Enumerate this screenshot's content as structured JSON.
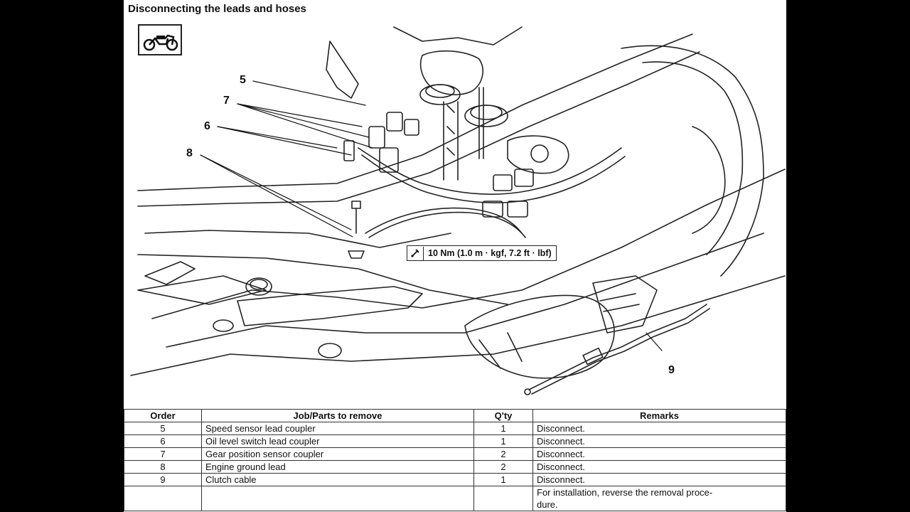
{
  "section_title": "Disconnecting the leads and hoses",
  "icons": {
    "vehicle": "motorcycle-icon",
    "torque": "torque-wrench-icon"
  },
  "callouts": [
    "5",
    "7",
    "6",
    "8",
    "9"
  ],
  "torque_spec": "10 Nm (1.0 m · kgf, 7.2 ft · lbf)",
  "table": {
    "headers": [
      "Order",
      "Job/Parts to remove",
      "Q'ty",
      "Remarks"
    ],
    "rows": [
      {
        "order": "5",
        "part": "Speed sensor lead coupler",
        "qty": "1",
        "remarks": "Disconnect."
      },
      {
        "order": "6",
        "part": "Oil level switch lead coupler",
        "qty": "1",
        "remarks": "Disconnect."
      },
      {
        "order": "7",
        "part": "Gear position sensor coupler",
        "qty": "2",
        "remarks": "Disconnect."
      },
      {
        "order": "8",
        "part": "Engine ground lead",
        "qty": "2",
        "remarks": "Disconnect."
      },
      {
        "order": "9",
        "part": "Clutch cable",
        "qty": "1",
        "remarks": "Disconnect."
      }
    ],
    "note_line1": "For installation, reverse the removal proce-",
    "note_line2": "dure."
  }
}
